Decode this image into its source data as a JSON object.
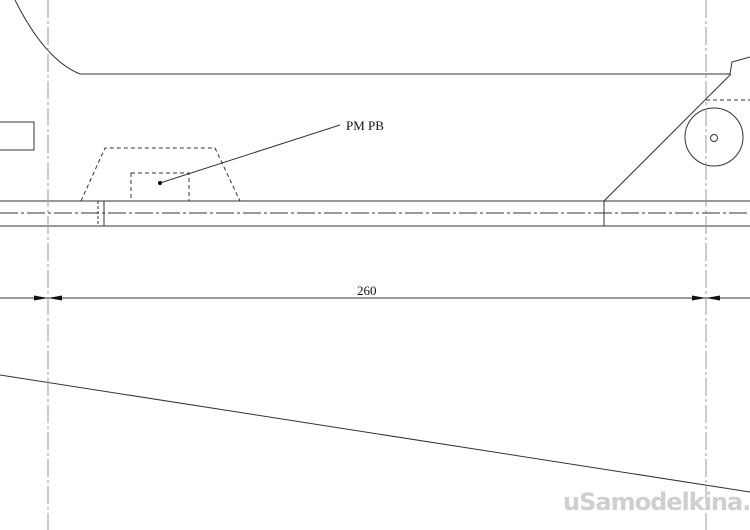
{
  "drawing": {
    "label": "РМ РВ",
    "dimension": "260",
    "watermark": "uSamodelkina.ru",
    "line_color": "#333333",
    "axis_color": "#999999"
  }
}
